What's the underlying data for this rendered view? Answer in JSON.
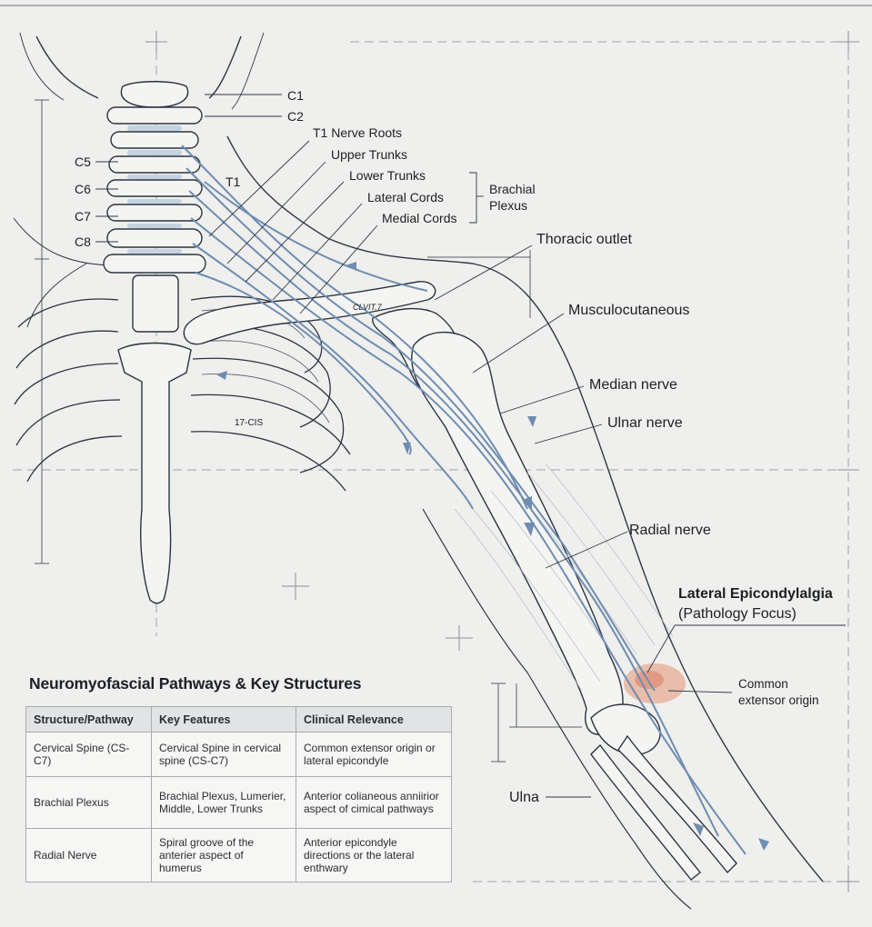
{
  "labels": {
    "c1": "C1",
    "c2": "C2",
    "c5": "C5",
    "c6": "C6",
    "c7": "C7",
    "c8": "C8",
    "t1": "T1",
    "t1_nerve_roots": "T1 Nerve Roots",
    "upper_trunks": "Upper Trunks",
    "lower_trunks": "Lower Trunks",
    "lateral_cords": "Lateral Cords",
    "medial_cords": "Medial Cords",
    "brachial_plexus_1": "Brachial",
    "brachial_plexus_2": "Plexus",
    "thoracic_outlet": "Thoracic outlet",
    "musculocutaneous": "Musculocutaneous",
    "median_nerve": "Median nerve",
    "ulnar_nerve": "Ulnar nerve",
    "radial_nerve": "Radial nerve",
    "lateral_epicondylalgia": "Lateral Epicondylalgia",
    "pathology_focus": "(Pathology Focus)",
    "common_extensor_1": "Common",
    "common_extensor_2": "extensor origin",
    "ulna": "Ulna",
    "rib_mark": "17-CIS",
    "clavicle_mark": "CLVIT.7"
  },
  "table": {
    "title": "Neuromyofascial Pathways & Key Structures",
    "headers": [
      "Structure/Pathway",
      "Key Features",
      "Clinical Relevance"
    ],
    "rows": [
      {
        "structure": "Cervical Spine (CS-C7)",
        "features": "Cervical Spine in cervical spine (CS-C7)",
        "relevance": "Common extensor origin or lateral epicondyle"
      },
      {
        "structure": "Brachial Plexus",
        "features": "Brachial Plexus, Lumerier, Middle, Lower Trunks",
        "relevance": "Anterior colianeous anniirior aspect of cimical pathways"
      },
      {
        "structure": "Radial Nerve",
        "features": "Spiral groove of the anterier aspect of humerus",
        "relevance": "Anterior epicondyle directions or the lateral enthwary"
      }
    ]
  },
  "colors": {
    "nerve": "#6f8db0",
    "bone_outline": "#2b3442",
    "pathology": "#e0805e"
  }
}
